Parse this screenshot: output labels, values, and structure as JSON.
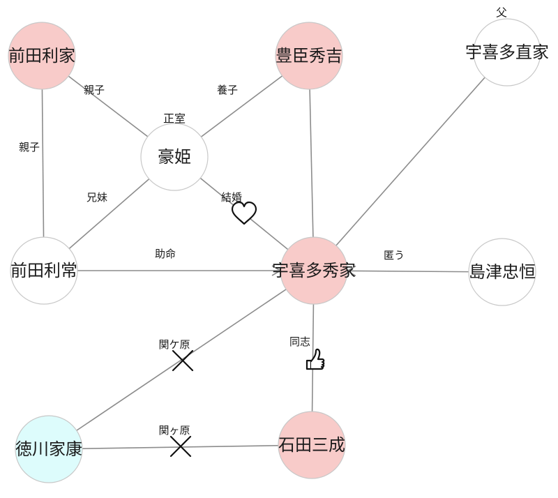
{
  "colors": {
    "node_pink": "#f8cbc9",
    "node_white": "#ffffff",
    "node_cyan": "#ddfcfc",
    "edge": "#8c8c8c"
  },
  "nodes": [
    {
      "id": "toshiie",
      "label": "前田利家",
      "fill": "pink"
    },
    {
      "id": "hideyoshi",
      "label": "豊臣秀吉",
      "fill": "pink"
    },
    {
      "id": "naoie",
      "label": "宇喜多直家",
      "fill": "white",
      "note": "父"
    },
    {
      "id": "gohime",
      "label": "豪姫",
      "fill": "white",
      "note": "正室"
    },
    {
      "id": "toshitsune",
      "label": "前田利常",
      "fill": "white"
    },
    {
      "id": "hideie",
      "label": "宇喜多秀家",
      "fill": "pink"
    },
    {
      "id": "tadatsune",
      "label": "島津忠恒",
      "fill": "white"
    },
    {
      "id": "ieyasu",
      "label": "徳川家康",
      "fill": "cyan"
    },
    {
      "id": "mitsunari",
      "label": "石田三成",
      "fill": "pink"
    }
  ],
  "edges": [
    {
      "from": "toshiie",
      "to": "gohime",
      "label": "親子"
    },
    {
      "from": "toshiie",
      "to": "toshitsune",
      "label": "親子"
    },
    {
      "from": "hideyoshi",
      "to": "gohime",
      "label": "養子"
    },
    {
      "from": "hideyoshi",
      "to": "hideie",
      "label": ""
    },
    {
      "from": "naoie",
      "to": "hideie",
      "label": ""
    },
    {
      "from": "gohime",
      "to": "toshitsune",
      "label": "兄妹"
    },
    {
      "from": "gohime",
      "to": "hideie",
      "label": "結婚",
      "symbol": "heart"
    },
    {
      "from": "toshitsune",
      "to": "hideie",
      "label": "助命",
      "arrow": true
    },
    {
      "from": "tadatsune",
      "to": "hideie",
      "label": "匿う",
      "arrow": true
    },
    {
      "from": "hideie",
      "to": "ieyasu",
      "label": "関ケ原",
      "symbol": "cross"
    },
    {
      "from": "hideie",
      "to": "mitsunari",
      "label": "同志",
      "symbol": "thumbs-up"
    },
    {
      "from": "ieyasu",
      "to": "mitsunari",
      "label": "関ヶ原",
      "symbol": "cross"
    }
  ]
}
